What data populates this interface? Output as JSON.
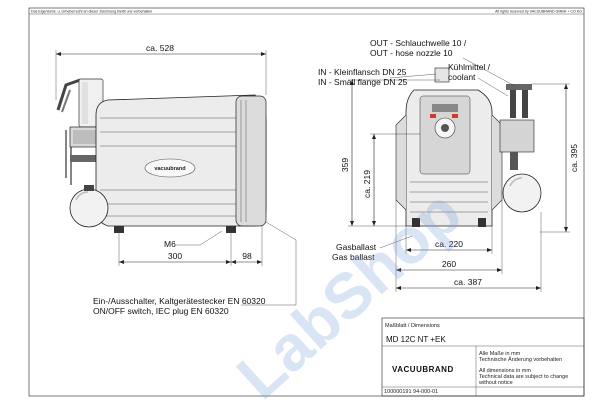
{
  "header": {
    "left_notice": "Das Eigentums- u. Urheberrecht an dieser Zeichnung bleibt uns vorbehalten",
    "right_notice": "All rights reserved by VACUUBRAND GMBH + CO KG"
  },
  "dimensions": {
    "width_528": "ca. 528",
    "height_359": "359",
    "height_219": "ca. 219",
    "height_395": "ca. 395",
    "m6": "M6",
    "dist_300": "300",
    "dist_98": "98",
    "width_220": "ca. 220",
    "width_260": "260",
    "width_387": "ca. 387"
  },
  "callouts": {
    "out_de": "OUT - Schlauchwelle 10 /",
    "out_en": "OUT - hose nozzle 10",
    "in_de": "IN - Kleinflansch DN 25",
    "in_en": "IN - Small flange DN 25",
    "coolant_de": "Kühlmittel /",
    "coolant_en": "coolant",
    "gasballast_de": "Gasballast",
    "gasballast_en": "Gas ballast",
    "switch_de": "Ein-/Ausschalter, Kaltgerätestecker EN 60320",
    "switch_en": "ON/OFF switch, IEC plug EN 60320"
  },
  "title_block": {
    "sheet_label": "Maßblatt / Dimensions",
    "model": "MD 12C NT +EK",
    "brand": "VACUUBRAND",
    "note_de_1": "Alle Maße in mm",
    "note_de_2": "Technische Änderung vorbehalten",
    "note_en_1": "All dimensions in mm",
    "note_en_2": "Technical data are subject to change",
    "note_en_3": "without notice",
    "drawing_number": "100000191 94-000-01"
  },
  "device_label": "vacuubrand",
  "watermark": "LabShop",
  "colors": {
    "watermark": "#78a0d7",
    "accent_red": "#d23a2a"
  }
}
